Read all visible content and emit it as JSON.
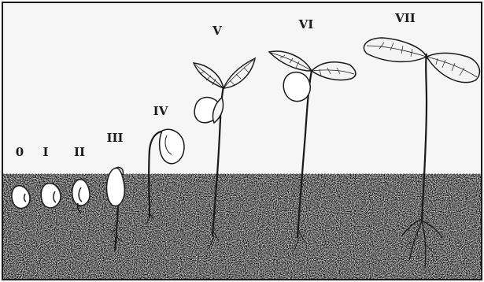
{
  "stages": [
    {
      "label": "0"
    },
    {
      "label": "I"
    },
    {
      "label": "II"
    },
    {
      "label": "III"
    },
    {
      "label": "IV"
    },
    {
      "label": "V"
    },
    {
      "label": "VI"
    },
    {
      "label": "VII"
    }
  ],
  "colors": {
    "ink": "#1a1a1a",
    "paper": "#ffffff",
    "sky": "#f6f6f6",
    "soil": "#9a9a9a"
  }
}
